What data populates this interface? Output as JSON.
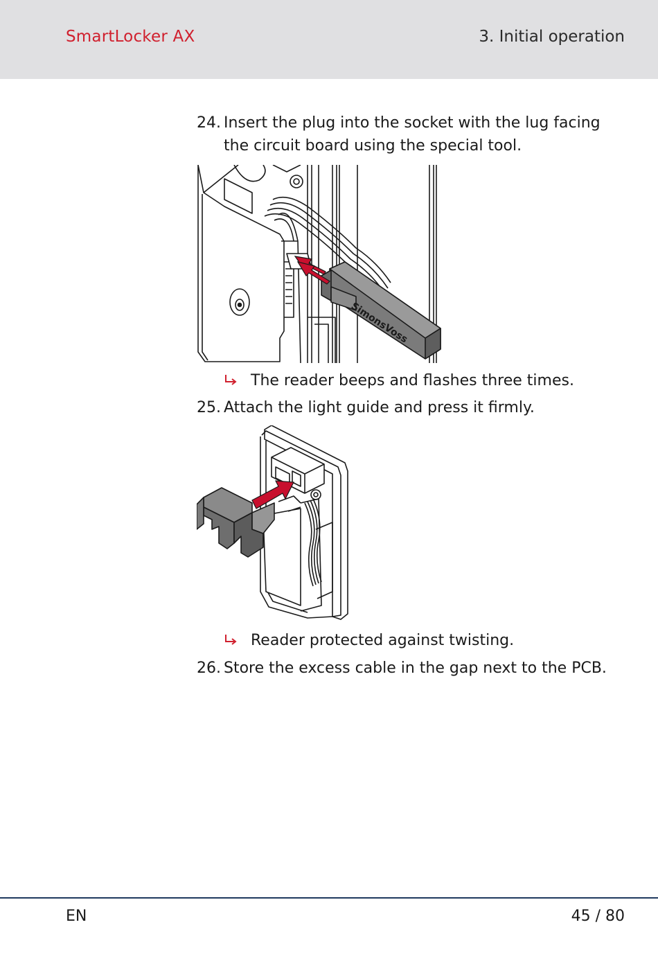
{
  "header": {
    "brand": "SmartLocker AX",
    "section": "3. Initial operation"
  },
  "steps": [
    {
      "number": "24.",
      "text": "Insert the plug into the socket with the lug facing the circuit board using the special tool.",
      "result": "The reader beeps and flashes three times."
    },
    {
      "number": "25.",
      "text": "Attach the light guide and press it firmly.",
      "result": "Reader protected against twisting."
    },
    {
      "number": "26.",
      "text": "Store the excess cable in the gap next to the PCB."
    }
  ],
  "figure1": {
    "logo_text": "SimonsVoss"
  },
  "colors": {
    "accent": "#d0202e",
    "header_bg": "#e0e0e2",
    "footer_line": "#1f3a5f"
  },
  "footer": {
    "language": "EN",
    "page": "45 / 80"
  }
}
